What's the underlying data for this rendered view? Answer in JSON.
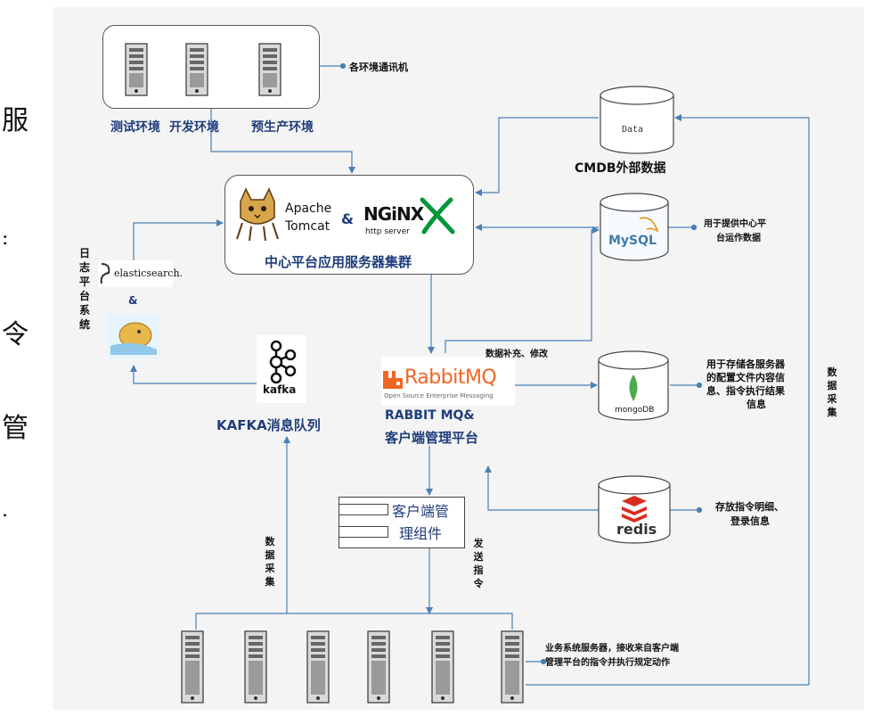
{
  "edge_chars": [
    "服",
    "",
    "令",
    "",
    "管"
  ],
  "environments": {
    "items": [
      "测试环境",
      "开发环境",
      "预生产环境"
    ],
    "callout": "各环境通讯机"
  },
  "central": {
    "title": "中心平台应用服务器集群",
    "tomcat_line1": "Apache",
    "tomcat_line2": "Tomcat",
    "amp": "&",
    "nginx_logo": "NGiNX",
    "nginx_sub": "http server"
  },
  "cmdb": {
    "cylinder_text": "Data",
    "label": "CMDB外部数据"
  },
  "mysql": {
    "logo": "MySQL",
    "desc_line1": "用于提供中心平",
    "desc_line2": "台运作数据"
  },
  "log_platform": {
    "vertical_label": "日志平台系统",
    "es_logo": "elasticsearch.",
    "amp": "&"
  },
  "kafka": {
    "logo": "kafka",
    "label": "KAFKA消息队列"
  },
  "rabbit": {
    "logo": "RabbitMQ",
    "sub": "Open Source Enterprise Messaging",
    "label_line1": "RABBIT MQ&",
    "label_line2": "客户端管理平台",
    "edge_label": "数据补充、修改"
  },
  "mongo": {
    "logo": "mongoDB",
    "desc_line1": "用于存储各服务器",
    "desc_line2": "的配置文件内容信",
    "desc_line3": "息、指令执行结果",
    "desc_line4": "信息"
  },
  "redis": {
    "logo": "redis",
    "desc_line1": "存放指令明细、",
    "desc_line2": "登录信息"
  },
  "component": {
    "line1": "客户端管",
    "line2": "理组件"
  },
  "edge_labels": {
    "data_collect_left": "数据采集",
    "send_cmd": "发送指令",
    "data_collect_right": "数据采集"
  },
  "business": {
    "desc_line1": "业务系统服务器，接收来自客户端",
    "desc_line2": "管理平台的指令并执行规定动作"
  },
  "colors": {
    "arrow": "#4a7fb5",
    "nginx_green": "#009639",
    "rabbit_orange": "#f26522",
    "kafka_black": "#111111",
    "redis_red": "#d82c20",
    "mongo_green": "#4fa94d",
    "mysql_blue": "#3e7bac",
    "title_blue": "#1f3d7a"
  }
}
